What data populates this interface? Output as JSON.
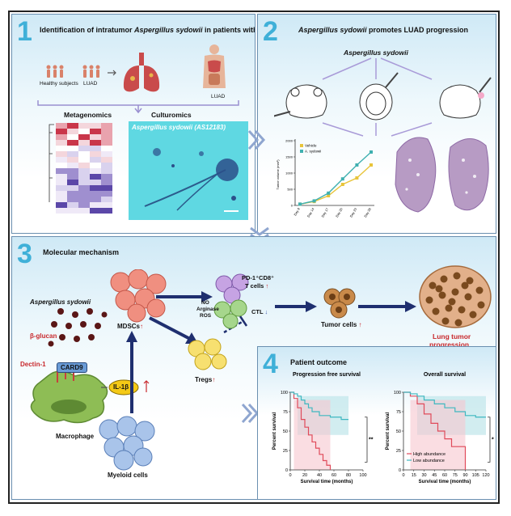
{
  "panel1": {
    "number": "1",
    "title_prefix": "Identification of intratumor ",
    "title_species": "Aspergillus sydowii",
    "title_suffix": " in patients with LUAD",
    "healthy_label": "Healthy subjects",
    "luad_label": "LUAD",
    "luad_body_label": "LUAD",
    "metagenomics": "Metagenomics",
    "culturomics": "Culturomics",
    "micro_caption": "Aspergillus sydowii (AS12183)"
  },
  "panel2": {
    "number": "2",
    "title_species": "Aspergillus sydowii",
    "title_suffix": " promotes LUAD progression",
    "species_label": "Aspergillus sydowii",
    "chart_data": {
      "type": "line",
      "ylabel": "Tumor volume (mm³)",
      "ylim": [
        0,
        2000
      ],
      "yticks": [
        "0",
        "500",
        "1000",
        "1500",
        "2000"
      ],
      "categories": [
        "Day 8",
        "Day 14",
        "Day 17",
        "Day 20",
        "Day 23",
        "Day 26"
      ],
      "series": [
        {
          "name": "Vehicle",
          "color": "#e8c43a",
          "values": [
            40,
            120,
            300,
            650,
            850,
            1250
          ]
        },
        {
          "name": "A. sydowii",
          "color": "#3fb0b0",
          "values": [
            40,
            140,
            380,
            820,
            1250,
            1650
          ]
        }
      ],
      "legend": "top-left"
    }
  },
  "panel3": {
    "number": "3",
    "title": "Molecular mechanism",
    "species_label": "Aspergillus sydowii",
    "beta_glucan": "β-glucan",
    "dectin": "Dectin-1",
    "card9": "CARD9",
    "il1b": "IL-1β",
    "macrophage": "Macrophage",
    "myeloid": "Myeloid cells",
    "mdscs": "MDSCs",
    "tregs": "Tregs",
    "pd1_line1": "PD-1⁺CD8⁺",
    "pd1_line2": "T cells",
    "no": "NO",
    "arginase": "Arginase",
    "ros": "ROS",
    "ctl": "CTL",
    "tumor_cells": "Tumor cells",
    "lung_line1": "Lung tumor",
    "lung_line2": "progression"
  },
  "panel4": {
    "number": "4",
    "title": "Patient outcome",
    "chart_data": [
      {
        "type": "line",
        "title": "Progression free survival",
        "xlabel": "Survival time (months)",
        "ylabel": "Percent survival",
        "xticks": [
          "0",
          "20",
          "40",
          "60",
          "80",
          "100"
        ],
        "yticks": [
          "0",
          "25",
          "50",
          "75",
          "100"
        ],
        "xlim": [
          0,
          100
        ],
        "ylim": [
          0,
          100
        ],
        "significance": "**",
        "series": [
          {
            "name": "High abundance",
            "color": "#e04a5a",
            "x": [
              0,
              5,
              10,
              15,
              20,
              25,
              30,
              35,
              40,
              45,
              50,
              55
            ],
            "y": [
              100,
              92,
              80,
              65,
              55,
              45,
              36,
              28,
              20,
              12,
              6,
              0
            ]
          },
          {
            "name": "Low abundance",
            "color": "#3fb8c0",
            "x": [
              0,
              5,
              10,
              15,
              20,
              25,
              30,
              40,
              55,
              70,
              80
            ],
            "y": [
              100,
              98,
              95,
              90,
              85,
              80,
              75,
              70,
              68,
              65,
              65
            ]
          }
        ]
      },
      {
        "type": "line",
        "title": "Overall survival",
        "xlabel": "Survival time (months)",
        "ylabel": "Percent survival",
        "xticks": [
          "0",
          "15",
          "30",
          "45",
          "60",
          "75",
          "90",
          "105",
          "120"
        ],
        "yticks": [
          "0",
          "25",
          "50",
          "75",
          "100"
        ],
        "xlim": [
          0,
          120
        ],
        "ylim": [
          0,
          100
        ],
        "significance": "*",
        "series": [
          {
            "name": "High abundance",
            "color": "#e04a5a",
            "x": [
              0,
              10,
              20,
              30,
              40,
              50,
              60,
              70,
              78,
              90
            ],
            "y": [
              100,
              95,
              85,
              72,
              60,
              50,
              40,
              30,
              30,
              0
            ]
          },
          {
            "name": "Low abundance",
            "color": "#3fb8c0",
            "x": [
              0,
              10,
              20,
              30,
              45,
              60,
              75,
              90,
              105,
              120
            ],
            "y": [
              100,
              98,
              95,
              90,
              85,
              80,
              75,
              70,
              68,
              68
            ]
          }
        ],
        "legend": "bottom-left"
      }
    ]
  }
}
